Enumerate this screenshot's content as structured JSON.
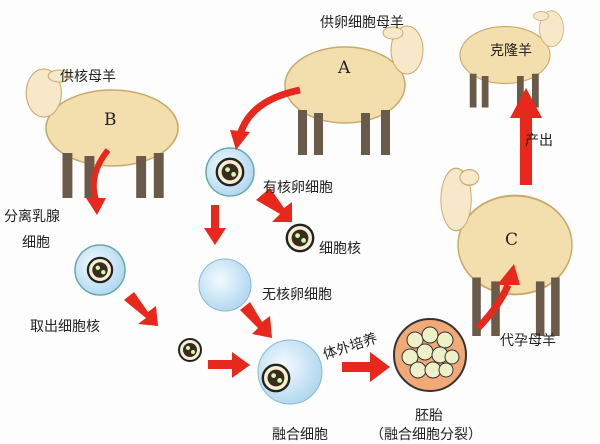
{
  "title": "克隆羊培育过程",
  "labels": {
    "donor_egg_sheep": "供卵细胞母羊",
    "sheep_a": "A",
    "clone_sheep": "克隆羊",
    "donor_nucleus_sheep": "供核母羊",
    "sheep_b": "B",
    "birth": "产出",
    "nucleated_egg": "有核卵细胞",
    "nucleus": "细胞核",
    "separate_mammary_line1": "分离乳腺",
    "separate_mammary_line2": "细胞",
    "enucleated_egg": "无核卵细胞",
    "sheep_c": "C",
    "extract_nucleus": "取出细胞核",
    "in_vitro_culture": "体外培养",
    "surrogate_sheep": "代孕母羊",
    "fused_cell": "融合细胞",
    "embryo": "胚胎",
    "embryo_note": "（融合细胞分裂）"
  },
  "colors": {
    "arrow": "#e8281c",
    "wool": "#f3dfae",
    "cell": "#d6ecf8",
    "embryo": "#f2a978"
  }
}
